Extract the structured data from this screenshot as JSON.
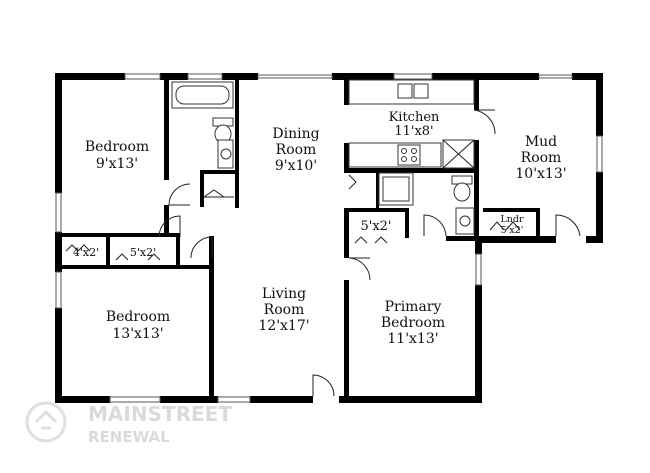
{
  "rooms": {
    "bedroom_top": {
      "name": "Bedroom",
      "size": "9'x13'"
    },
    "bedroom_bottom": {
      "name": "Bedroom",
      "size": "13'x13'"
    },
    "closet_left": {
      "size": "4'x2'"
    },
    "closet_mid": {
      "size": "5'x2'"
    },
    "dining": {
      "name1": "Dining",
      "name2": "Room",
      "size": "9'x10'"
    },
    "living": {
      "name1": "Living",
      "name2": "Room",
      "size": "12'x17'"
    },
    "kitchen": {
      "name": "Kitchen",
      "size": "11'x8'"
    },
    "closet_primary": {
      "size": "5'x2'"
    },
    "primary": {
      "name1": "Primary",
      "name2": "Bedroom",
      "size": "11'x13'"
    },
    "mud": {
      "name1": "Mud",
      "name2": "Room",
      "size": "10'x13'"
    },
    "laundry": {
      "name": "Lndr",
      "size": "5'x2'"
    }
  },
  "watermark": {
    "brand": "MAINSTREET",
    "sub": "RENEWAL"
  }
}
